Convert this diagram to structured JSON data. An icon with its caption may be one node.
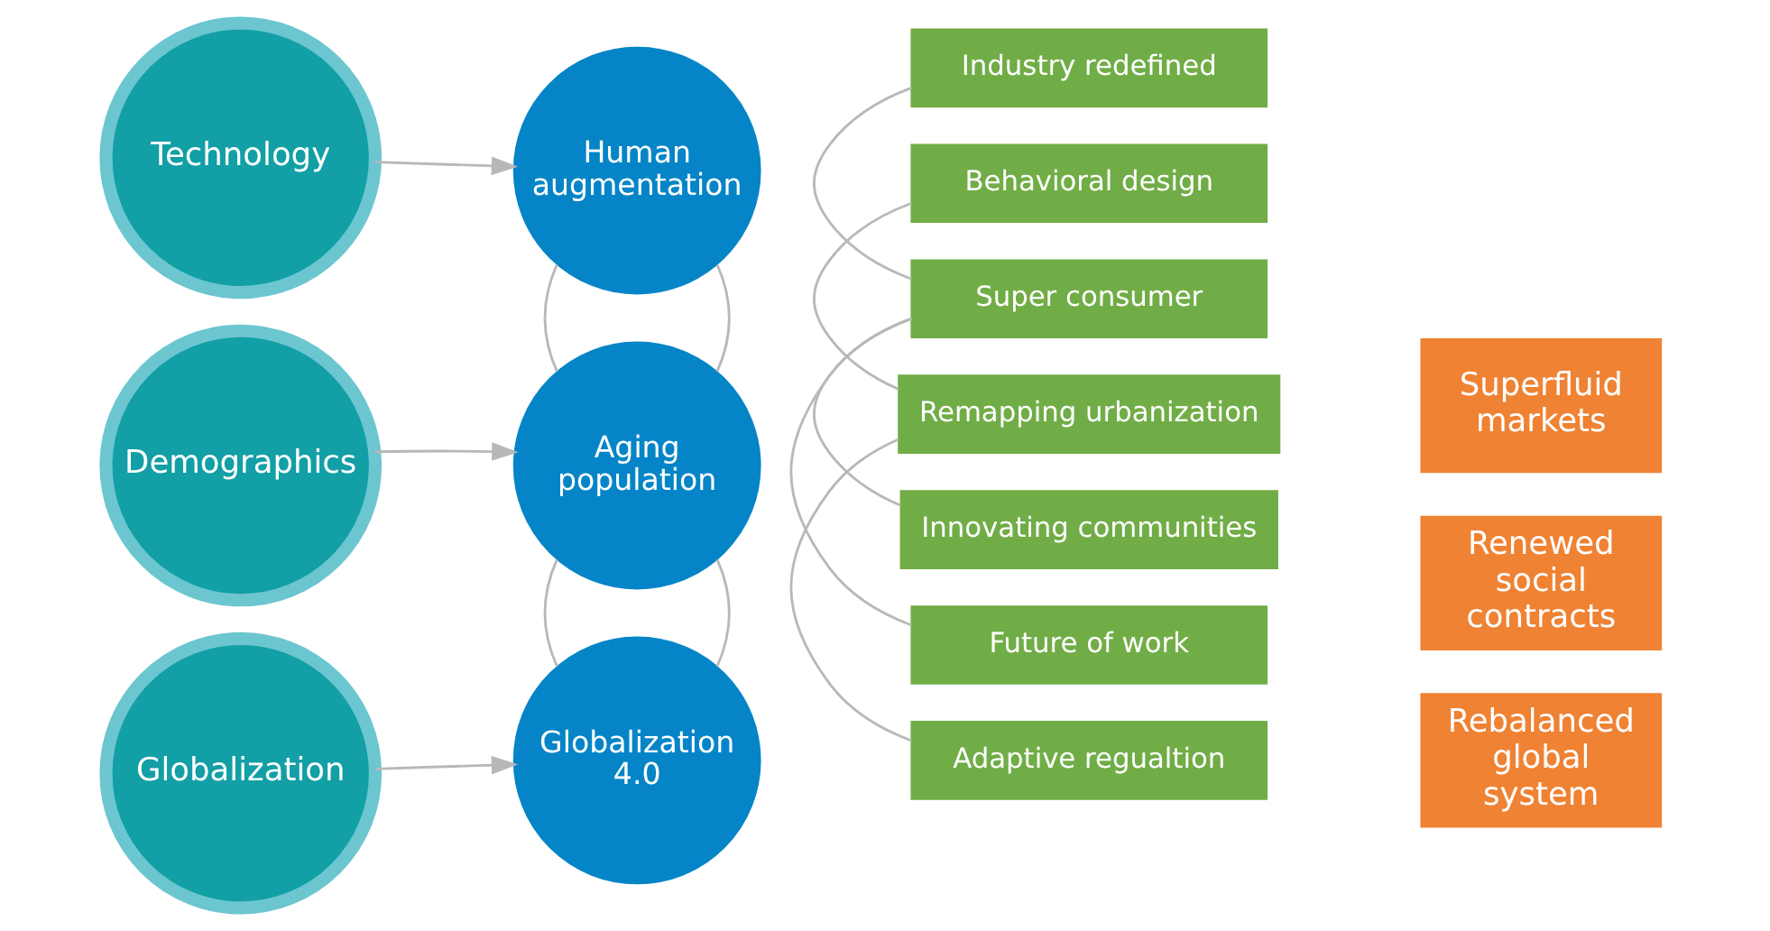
{
  "diagram": {
    "nodes": [
      {
        "text": [
          "Technology"
        ]
      },
      {
        "text": [
          "Demographics"
        ]
      },
      {
        "text": [
          "Globalization"
        ]
      },
      {
        "text": [
          "Human augmentation"
        ]
      },
      {
        "text": [
          "Aging population"
        ]
      },
      {
        "text": [
          "Globalization 4.0"
        ]
      },
      {
        "text": [
          "Industry redefined"
        ]
      },
      {
        "text": [
          "Behavioral design"
        ]
      },
      {
        "text": [
          "Super consumer"
        ]
      },
      {
        "text": [
          "Remapping urbanization"
        ]
      },
      {
        "text": [
          "Innovating communities"
        ]
      },
      {
        "text": [
          "Future of work"
        ]
      },
      {
        "text": [
          "Adaptive regualtion"
        ]
      },
      {
        "text": [
          "Superfluid markets"
        ]
      },
      {
        "text": [
          "Renewed social contracts"
        ]
      },
      {
        "text": [
          "Rebalanced global system"
        ]
      }
    ],
    "edges": [
      {
        "from": 0,
        "to": 3,
        "arrow": "to"
      },
      {
        "from": 1,
        "to": 4,
        "arrow": "to"
      },
      {
        "from": 2,
        "to": 5,
        "arrow": "to"
      },
      {
        "from": 3,
        "to": 4,
        "arrow": "none"
      },
      {
        "from": 4,
        "to": 5,
        "arrow": "none"
      },
      {
        "from": 3,
        "to": 4,
        "arrow": "none"
      },
      {
        "from": 4,
        "to": 5,
        "arrow": "none"
      },
      {
        "from": 6,
        "to": 8,
        "arrow": "none"
      },
      {
        "from": 7,
        "to": 9,
        "arrow": "none"
      },
      {
        "from": 8,
        "to": 10,
        "arrow": "none"
      },
      {
        "from": 8,
        "to": 11,
        "arrow": "none"
      },
      {
        "from": 9,
        "to": 12,
        "arrow": "none"
      }
    ]
  }
}
